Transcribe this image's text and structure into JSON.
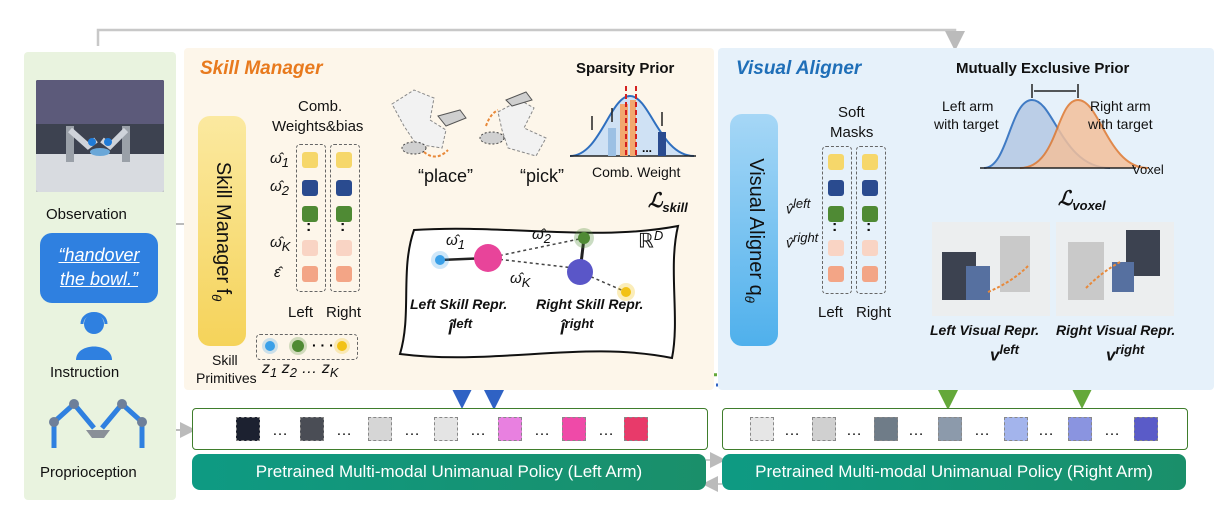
{
  "left_column": {
    "observation": "Observation",
    "instruction_line1": "“handover",
    "instruction_line2": "the bowl.”",
    "instruction": "Instruction",
    "proprioception": "Proprioception"
  },
  "skill_manager": {
    "title": "Skill Manager",
    "box_label": "Skill Manager f",
    "box_sub": "θ",
    "weights_header_1": "Comb.",
    "weights_header_2": "Weights&bias",
    "w1": "ω̂",
    "w1_sub": "1",
    "w2": "ω̂",
    "w2_sub": "2",
    "wk": "ω̂",
    "wk_sub": "K",
    "eps": "ε̂",
    "left": "Left",
    "right": "Right",
    "skill_primitives_1": "Skill",
    "skill_primitives_2": "Primitives",
    "z_labels": [
      "z",
      "z",
      "z"
    ],
    "z_subs": [
      "1",
      "2",
      "K"
    ],
    "place": "“place”",
    "pick": "“pick”",
    "sparsity_title": "Sparsity Prior",
    "comb_weight": "Comb. Weight",
    "loss_skill": "ℒ",
    "loss_skill_sub": "skill",
    "rd": "ℝ",
    "rd_sup": "D",
    "manifold_w1": "ω̂",
    "manifold_w1_sub": "1",
    "manifold_w2": "ω̂",
    "manifold_w2_sub": "2",
    "manifold_wk": "ω̂",
    "manifold_wk_sub": "K",
    "left_skill_repr": "Left Skill Repr.",
    "right_skill_repr": "Right Skill Repr.",
    "l_left": "l̂",
    "l_left_sup": "left",
    "l_right": "l̂",
    "l_right_sup": "right"
  },
  "visual_aligner": {
    "title": "Visual Aligner",
    "box_label": "Visual Aligner q",
    "box_sub": "θ",
    "soft_masks_1": "Soft",
    "soft_masks_2": "Masks",
    "v_left": "v̂",
    "v_left_sup": "left",
    "v_right": "v̂",
    "v_right_sup": "right",
    "left": "Left",
    "right": "Right",
    "me_title": "Mutually Exclusive Prior",
    "left_arm_1": "Left arm",
    "left_arm_2": "with target",
    "right_arm_1": "Right arm",
    "right_arm_2": "with target",
    "voxel": "Voxel",
    "loss_voxel": "ℒ",
    "loss_voxel_sub": "voxel",
    "left_visual_repr": "Left Visual Repr.",
    "right_visual_repr": "Right Visual Repr.",
    "v_left_out": "v",
    "v_left_out_sup": "left",
    "v_right_out": "v",
    "v_right_out_sup": "right"
  },
  "policies": {
    "left": "Pretrained Multi-modal Unimanual Policy (Left Arm)",
    "right": "Pretrained Multi-modal Unimanual Policy (Right Arm)"
  },
  "ellipsis": "…",
  "colors": {
    "skill_title": "#e87a1e",
    "visual_title": "#1f6fb8",
    "yellow": "#f6d76a",
    "blue": "#2a4b8f",
    "green": "#4f8a34",
    "pink": "#f9d4c4",
    "salmon": "#f3a586",
    "policy": "#0e9a83"
  }
}
